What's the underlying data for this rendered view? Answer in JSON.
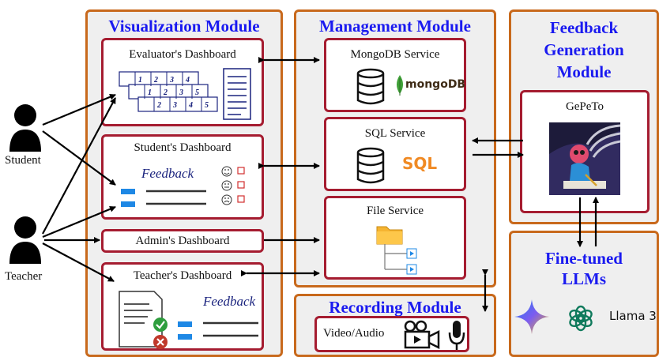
{
  "actors": {
    "student": "Student",
    "teacher": "Teacher"
  },
  "visualization": {
    "title": "Visualization Module",
    "evaluator": "Evaluator's Dashboard",
    "student": "Student's Dashboard",
    "feedback_word": "Feedback",
    "admin": "Admin's Dashboard",
    "teacher": "Teacher's Dashboard",
    "grid_numbers": [
      "1",
      "2",
      "3",
      "4",
      "5"
    ]
  },
  "management": {
    "title": "Management Module",
    "mongo": "MongoDB Service",
    "mongo_logo": "mongoDB",
    "sql": "SQL Service",
    "sql_logo": "SQL",
    "file": "File Service"
  },
  "feedback_gen": {
    "title_lines": [
      "Feedback",
      "Generation",
      "Module"
    ],
    "gepeto": "GePeTo"
  },
  "llms": {
    "title_lines": [
      "Fine-tuned",
      "LLMs"
    ],
    "llama": "Llama 3"
  },
  "recording": {
    "title": "Recording Module",
    "video": "Video/Audio"
  },
  "colors": {
    "module_border": "#c8691c",
    "card_border": "#a51c30",
    "title_blue": "#1a1af0",
    "bar_blue": "#1e88e5"
  }
}
